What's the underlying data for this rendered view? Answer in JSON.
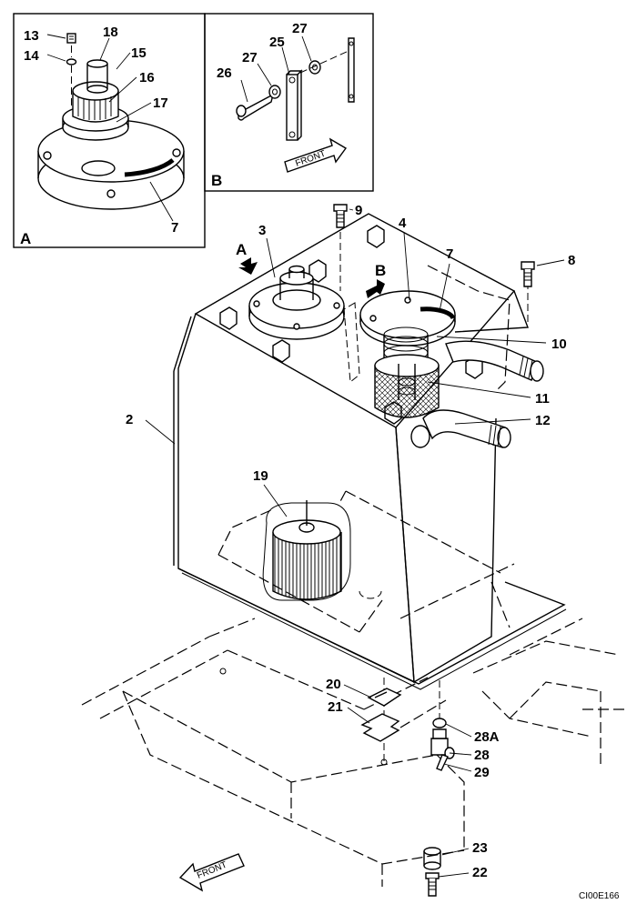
{
  "diagram": {
    "code": "CI00E166",
    "front_label": "FRONT",
    "views": {
      "a": "A",
      "b": "B"
    },
    "parts": {
      "p2": "2",
      "p3": "3",
      "p4": "4",
      "p7": "7",
      "p8": "8",
      "p9": "9",
      "p10": "10",
      "p11": "11",
      "p12": "12",
      "p13": "13",
      "p14": "14",
      "p15": "15",
      "p16": "16",
      "p17": "17",
      "p18": "18",
      "p19": "19",
      "p20": "20",
      "p21": "21",
      "p22": "22",
      "p23": "23",
      "p25": "25",
      "p26": "26",
      "p27": "27",
      "p28": "28",
      "p28a": "28A",
      "p29": "29"
    }
  }
}
